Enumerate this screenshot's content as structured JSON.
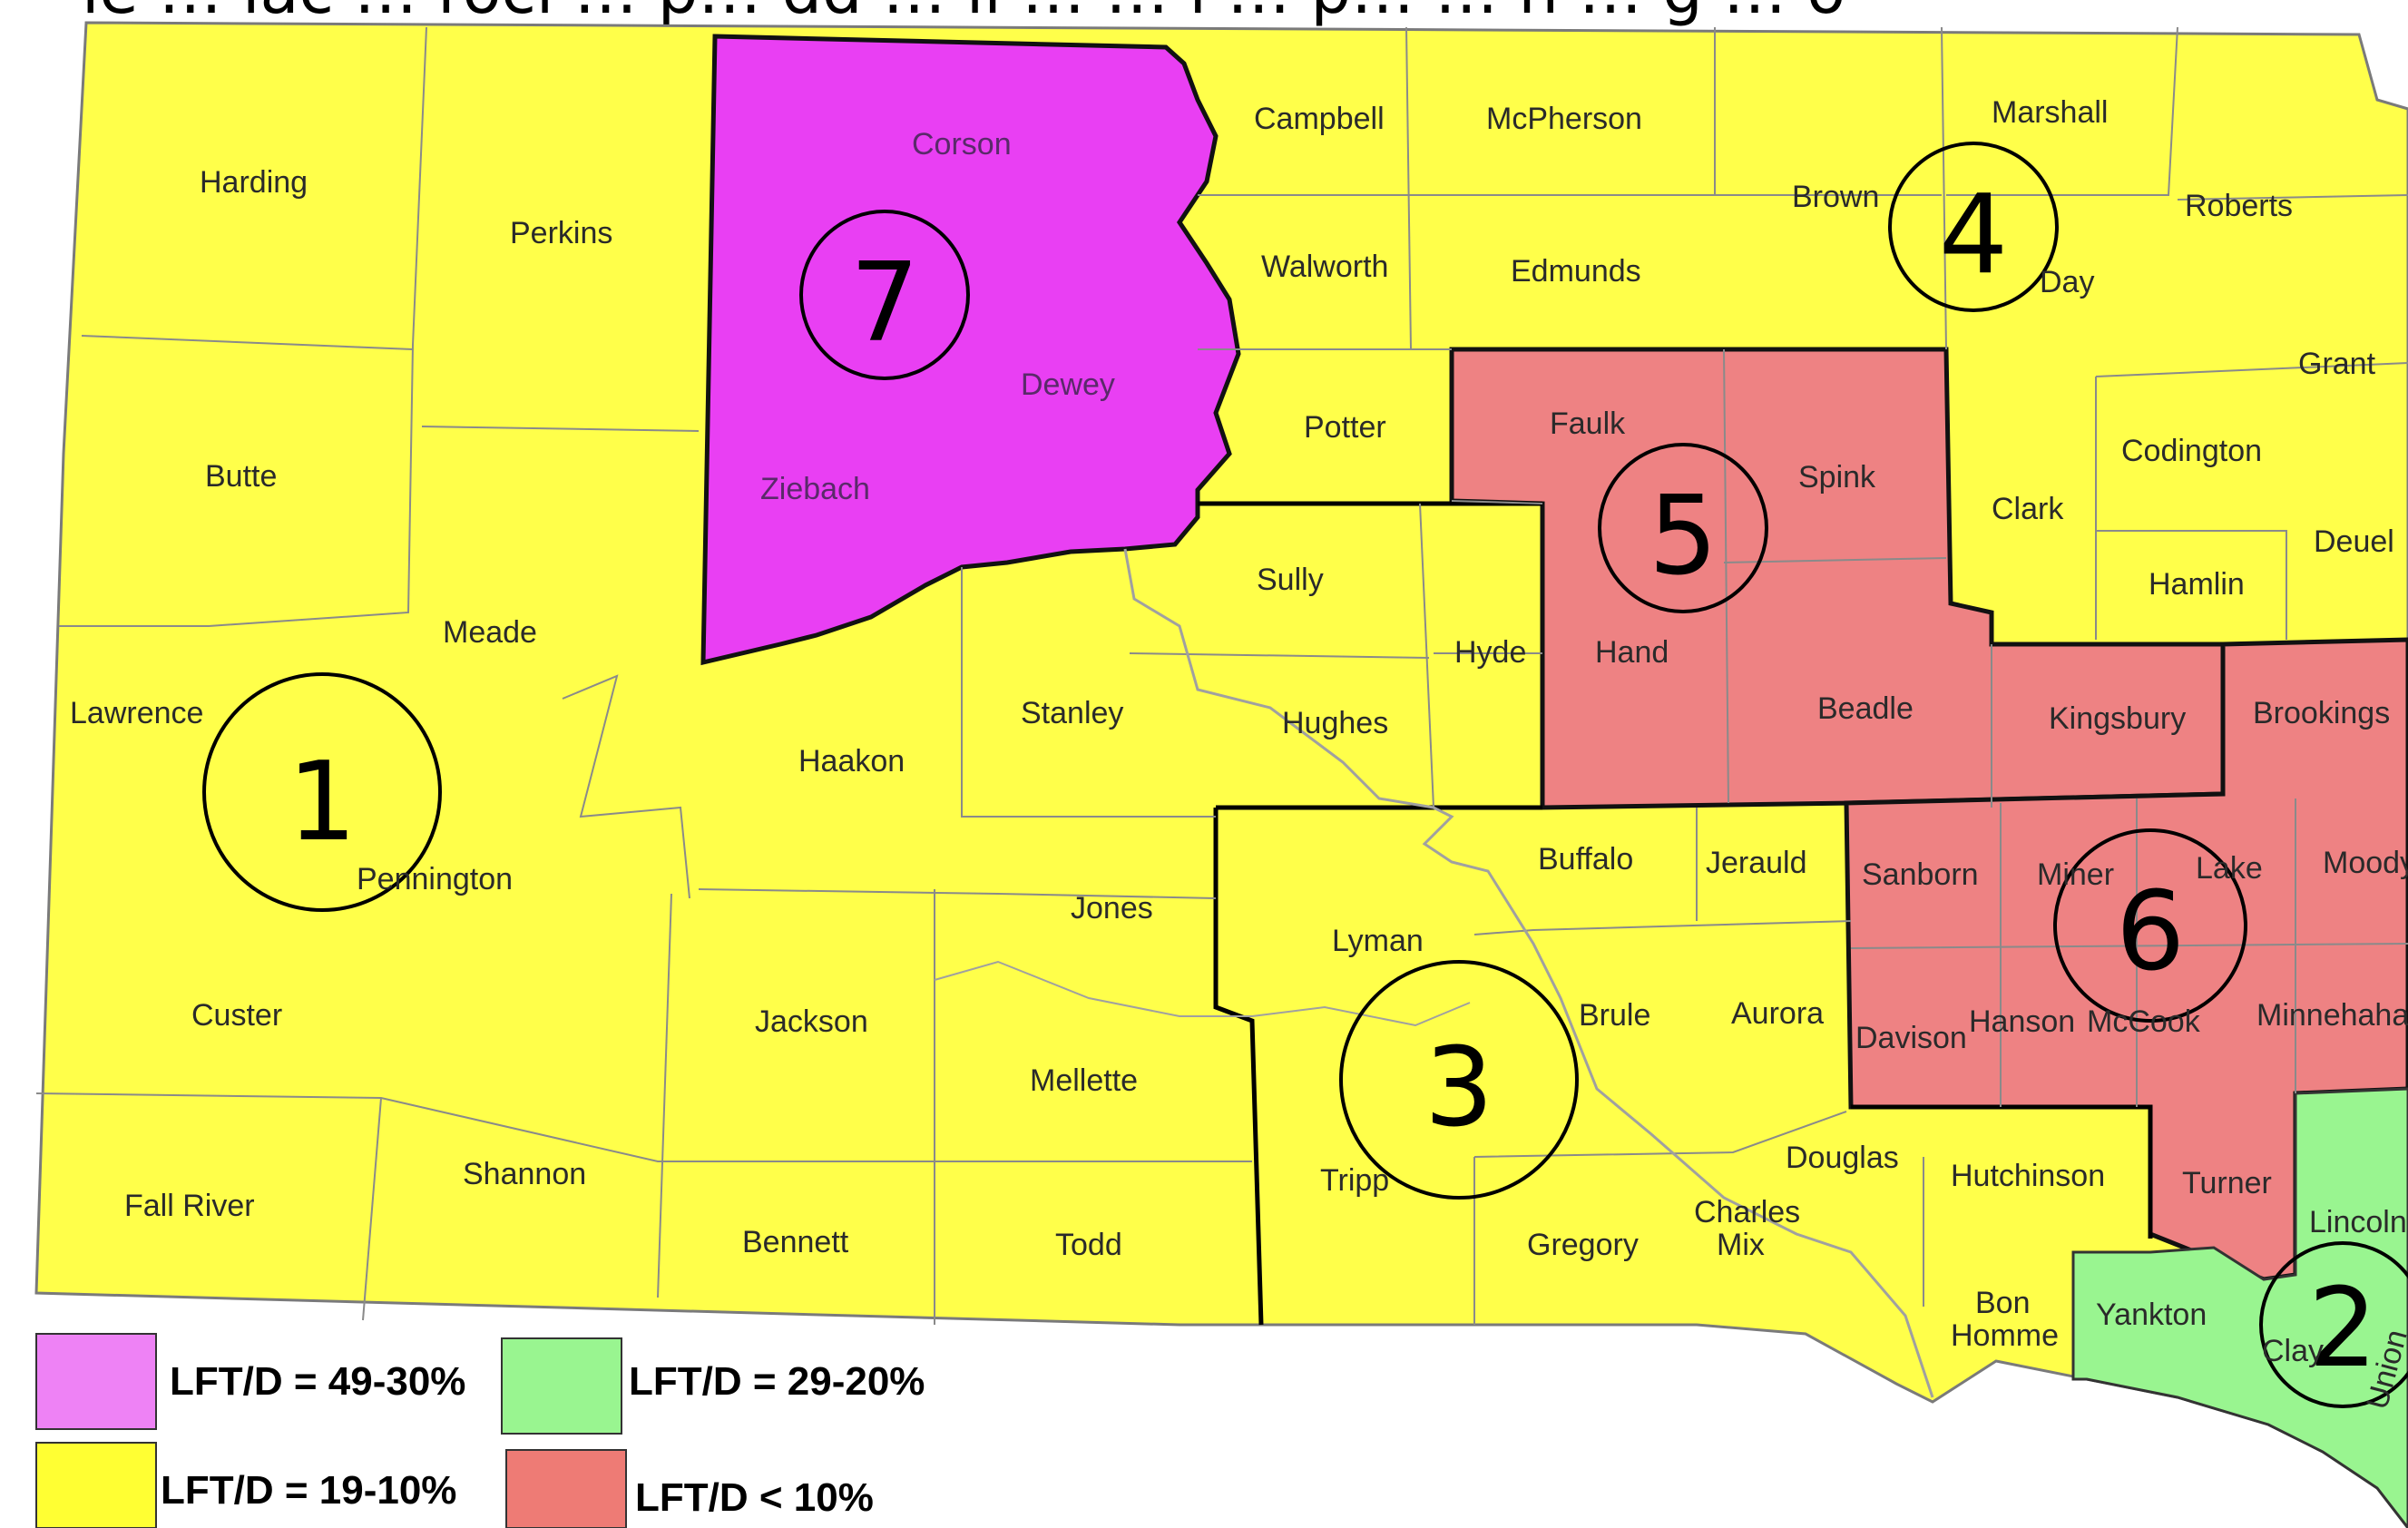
{
  "title_fragment": "le … lac … rocl … p… dd … ll … … i … p… … n … g … o",
  "colors": {
    "purple": "#e93ff3",
    "yellow": "#ffff4a",
    "red": "#ee8283",
    "green": "#99f590",
    "legend_purple": "#ee82f5",
    "legend_yellow": "#ffff33",
    "legend_green": "#99f590",
    "legend_red": "#ee7b75"
  },
  "regions": [
    "1",
    "2",
    "3",
    "4",
    "5",
    "6",
    "7"
  ],
  "counties": {
    "harding": "Harding",
    "perkins": "Perkins",
    "corson": "Corson",
    "campbell": "Campbell",
    "mcpherson": "McPherson",
    "marshall": "Marshall",
    "brown": "Brown",
    "roberts": "Roberts",
    "day": "Day",
    "walworth": "Walworth",
    "edmunds": "Edmunds",
    "dewey": "Dewey",
    "butte": "Butte",
    "ziebach": "Ziebach",
    "potter": "Potter",
    "faulk": "Faulk",
    "spink": "Spink",
    "grant": "Grant",
    "codington": "Codington",
    "clark": "Clark",
    "deuel": "Deuel",
    "hamlin": "Hamlin",
    "meade": "Meade",
    "sully": "Sully",
    "hyde": "Hyde",
    "hand": "Hand",
    "lawrence": "Lawrence",
    "stanley": "Stanley",
    "hughes": "Hughes",
    "beadle": "Beadle",
    "kingsbury": "Kingsbury",
    "brookings": "Brookings",
    "haakon": "Haakon",
    "pennington": "Pennington",
    "buffalo": "Buffalo",
    "jerauld": "Jerauld",
    "sanborn": "Sanborn",
    "miner": "Miner",
    "lake": "Lake",
    "moody": "Moody",
    "jones": "Jones",
    "lyman": "Lyman",
    "custer": "Custer",
    "jackson": "Jackson",
    "brule": "Brule",
    "aurora": "Aurora",
    "davison": "Davison",
    "hanson": "Hanson",
    "mccook": "McCook",
    "minnehaha": "Minnehaha",
    "mellette": "Mellette",
    "douglas": "Douglas",
    "hutchinson": "Hutchinson",
    "turner": "Turner",
    "shannon": "Shannon",
    "tripp": "Tripp",
    "lincoln": "Lincoln",
    "fall_river": "Fall River",
    "bennett": "Bennett",
    "todd": "Todd",
    "gregory": "Gregory",
    "charles_mix_1": "Charles",
    "charles_mix_2": "Mix",
    "bon_homme_1": "Bon",
    "bon_homme_2": "Homme",
    "yankton": "Yankton",
    "clay": "Clay",
    "union": "Union"
  },
  "legend": {
    "purple": "LFT/D = 49-30%",
    "green": "LFT/D = 29-20%",
    "yellow": "LFT/D = 19-10%",
    "red": "LFT/D < 10%"
  }
}
